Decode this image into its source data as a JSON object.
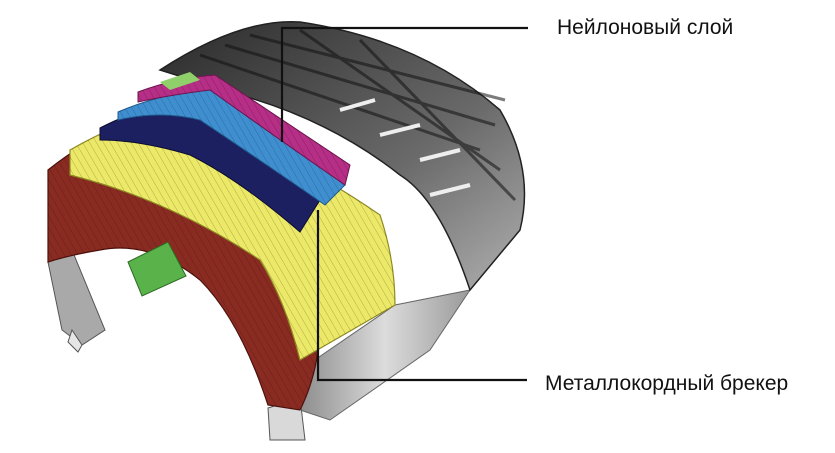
{
  "labels": {
    "nylon_layer": "Нейлоновый слой",
    "steel_belt": "Металлокордный брекер"
  },
  "colors": {
    "carcass": "#8a2b22",
    "carcass_dark": "#5e1712",
    "steel_belt": "#ece868",
    "belt_navy": "#1c2060",
    "belt_blue": "#3f8fd0",
    "nylon": "#b62e86",
    "green_patch": "#5ab34a",
    "tread": "#3a3a3a",
    "sidewall": "#bdbdbd",
    "leader_line": "#111111"
  },
  "icons": [
    "tire-cross-section-illustration"
  ]
}
